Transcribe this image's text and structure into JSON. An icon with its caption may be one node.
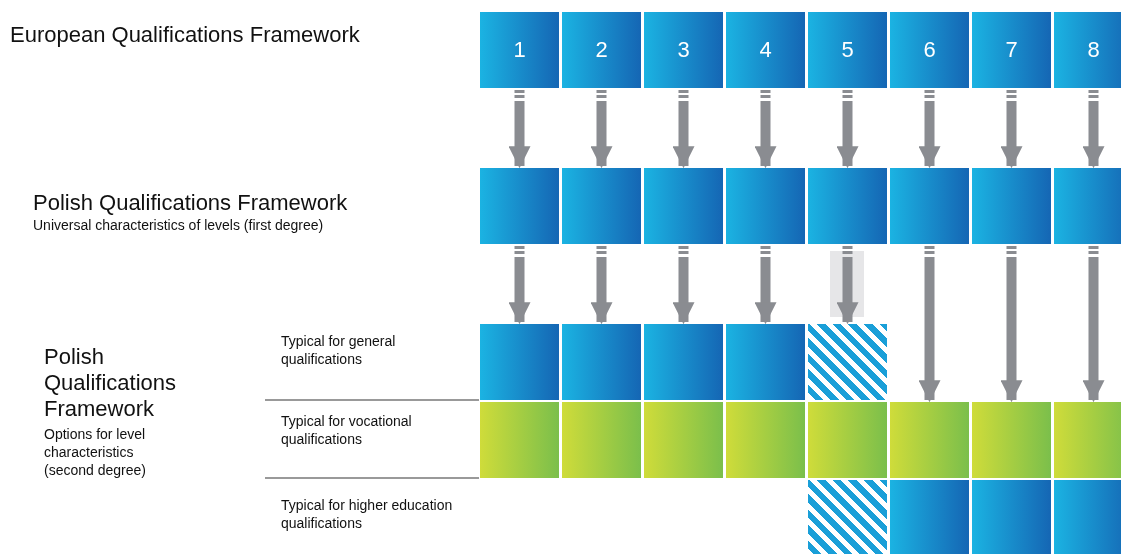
{
  "diagram": {
    "nodes": [
      {
        "text": [
          "1"
        ]
      },
      {
        "text": [
          "2"
        ]
      },
      {
        "text": [
          "3"
        ]
      },
      {
        "text": [
          "4"
        ]
      },
      {
        "text": [
          "5"
        ]
      },
      {
        "text": [
          "6"
        ]
      },
      {
        "text": [
          "7"
        ]
      },
      {
        "text": [
          "8"
        ]
      },
      {
        "text": [],
        "shape": "box"
      },
      {
        "text": [],
        "shape": "box"
      },
      {
        "text": [],
        "shape": "box"
      },
      {
        "text": [],
        "shape": "box"
      },
      {
        "text": [],
        "shape": "box"
      },
      {
        "text": [],
        "shape": "box"
      },
      {
        "text": [],
        "shape": "box"
      },
      {
        "text": [],
        "shape": "box"
      },
      {
        "text": [],
        "shape": "box"
      },
      {
        "text": [],
        "shape": "box"
      },
      {
        "text": [],
        "shape": "box"
      },
      {
        "text": [],
        "shape": "box"
      },
      {
        "text": [],
        "shape": "box"
      },
      {
        "text": [],
        "shape": "box"
      },
      {
        "text": [],
        "shape": "box"
      },
      {
        "text": [],
        "shape": "box"
      },
      {
        "text": [],
        "shape": "box"
      },
      {
        "text": [],
        "shape": "box"
      },
      {
        "text": [],
        "shape": "box"
      },
      {
        "text": [],
        "shape": "box"
      },
      {
        "text": [],
        "shape": "box"
      },
      {
        "text": [],
        "shape": "box"
      },
      {
        "text": [],
        "shape": "box"
      },
      {
        "text": [],
        "shape": "box"
      },
      {
        "text": [],
        "shape": "box"
      }
    ],
    "edges": [
      {
        "from": 0,
        "to": 8,
        "arrow": "to"
      },
      {
        "from": 1,
        "to": 9,
        "arrow": "to"
      },
      {
        "from": 2,
        "to": 10,
        "arrow": "to"
      },
      {
        "from": 3,
        "to": 11,
        "arrow": "to"
      },
      {
        "from": 4,
        "to": 12,
        "arrow": "to"
      },
      {
        "from": 5,
        "to": 13,
        "arrow": "to"
      },
      {
        "from": 6,
        "to": 14,
        "arrow": "to"
      },
      {
        "from": 7,
        "to": 15,
        "arrow": "to"
      },
      {
        "from": 8,
        "to": 16,
        "arrow": "to"
      },
      {
        "from": 9,
        "to": 17,
        "arrow": "to"
      },
      {
        "from": 10,
        "to": 18,
        "arrow": "to"
      },
      {
        "from": 11,
        "to": 19,
        "arrow": "to"
      },
      {
        "from": 12,
        "to": 20,
        "arrow": "to"
      },
      {
        "from": 13,
        "to": 26,
        "arrow": "to"
      },
      {
        "from": 14,
        "to": 27,
        "arrow": "to"
      },
      {
        "from": 15,
        "to": 28,
        "arrow": "to"
      }
    ],
    "labels": [
      "European Qualifications Framework",
      "Polish Qualifications Framework",
      "Universal characteristics of levels (first degree)",
      "Polish Qualifications Framework",
      "Options for level characteristics (second degree)",
      "Typical for general qualifications",
      "Typical for vocational qualifications",
      "Typical for higher education qualifications"
    ]
  }
}
